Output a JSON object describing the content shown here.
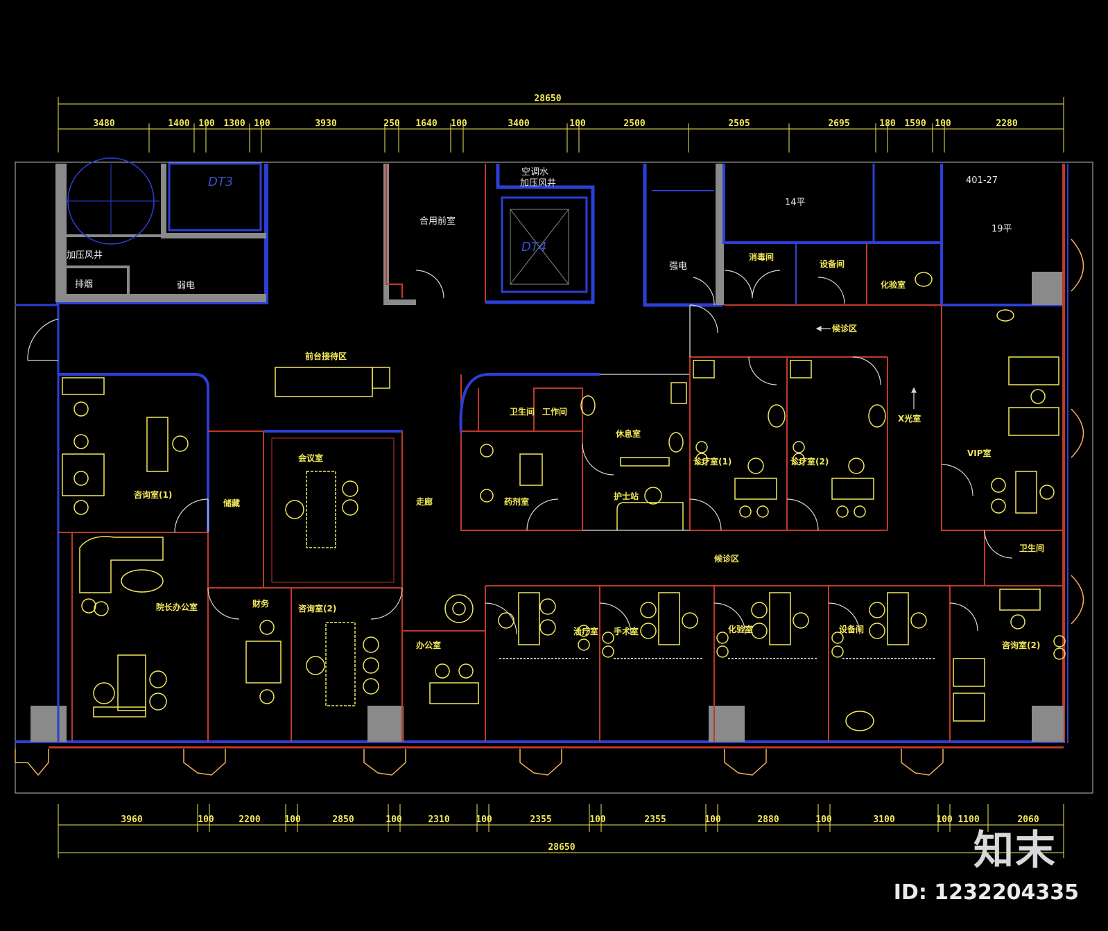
{
  "drawing": {
    "colors": {
      "background": "#000000",
      "dimension": "#f2e85a",
      "wall_blue": "#2c3fd6",
      "wall_red": "#c0392b",
      "furniture": "#f2e85a",
      "wall_gray": "#8a8a8a",
      "frame": "#bdbdbd"
    },
    "total_width_top": "28650",
    "total_width_bottom": "28650",
    "top_dims": [
      "3480",
      "1400",
      "100",
      "1300",
      "100",
      "3930",
      "250",
      "1640",
      "100",
      "3400",
      "100",
      "2500",
      "2505",
      "2695",
      "180",
      "1590",
      "100",
      "2280"
    ],
    "bottom_dims": [
      "3960",
      "100",
      "2200",
      "100",
      "2850",
      "100",
      "2310",
      "100",
      "2355",
      "100",
      "2355",
      "100",
      "2880",
      "100",
      "3100",
      "100",
      "1100",
      "2060"
    ],
    "rooms": {
      "pressurized_shaft": "加压风井",
      "smoke_exhaust": "排烟",
      "weak_current": "弱电",
      "elevator_t3": "DT3",
      "shared_anteroom": "合用前室",
      "ac_pressurized_shaft": "空调水\n加压风井",
      "elevator_t4": "DT4",
      "strong_current": "强电",
      "area_14": "14平",
      "room_401_27": "401-27",
      "area_19": "19平"
    },
    "small_labels": {
      "reception": "前台接待区",
      "lounge": "休息室",
      "sterilize": "消毒间",
      "medicine": "药剂室",
      "work_room": "工作间",
      "nurse_station": "护士站",
      "corridor": "走廊",
      "waiting": "候诊区",
      "clinic_1": "诊疗室(1)",
      "clinic_2": "诊疗室(2)",
      "office": "办公室",
      "consult_1": "咨询室(1)",
      "consult_2": "咨询室(2)",
      "director": "院长办公室",
      "meeting": "会议室",
      "finance": "财务",
      "storage": "储藏",
      "xray": "X光室",
      "lab": "化验室",
      "treat_a": "治疗室",
      "treat_b": "手术室",
      "toilet": "卫生间",
      "equipment": "设备间",
      "vip": "VIP室"
    }
  },
  "watermark": {
    "brand": "知末",
    "id_text": "ID: 1232204335"
  }
}
